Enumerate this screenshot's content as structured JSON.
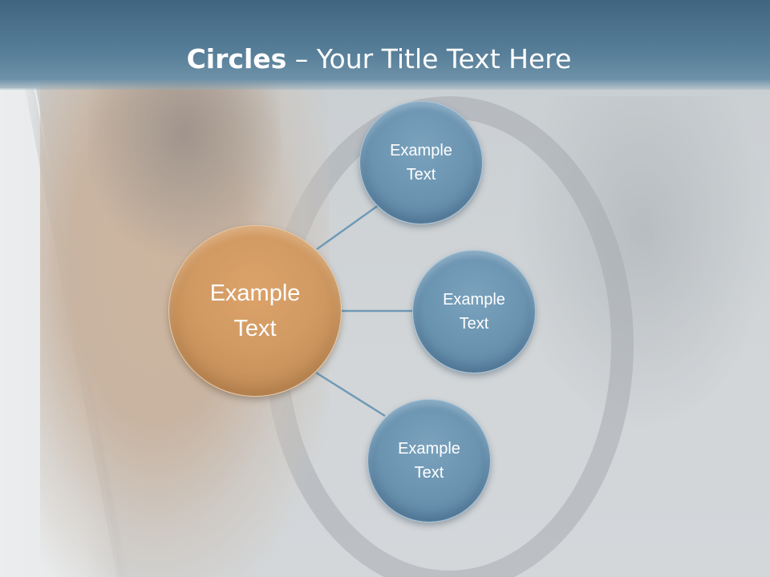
{
  "slide": {
    "title_bold": "Circles",
    "title_rest": " – Your Title Text Here"
  },
  "diagram": {
    "center": {
      "label": "Example\nText",
      "color": "#d19a63"
    },
    "nodes": [
      {
        "label": "Example\nText",
        "color": "#6b94b1"
      },
      {
        "label": "Example\nText",
        "color": "#6b94b1"
      },
      {
        "label": "Example\nText",
        "color": "#6b94b1"
      }
    ],
    "connector_color": "#6f9ab6"
  },
  "colors": {
    "title_bar": "#4a7089",
    "title_text": "#ffffff"
  }
}
